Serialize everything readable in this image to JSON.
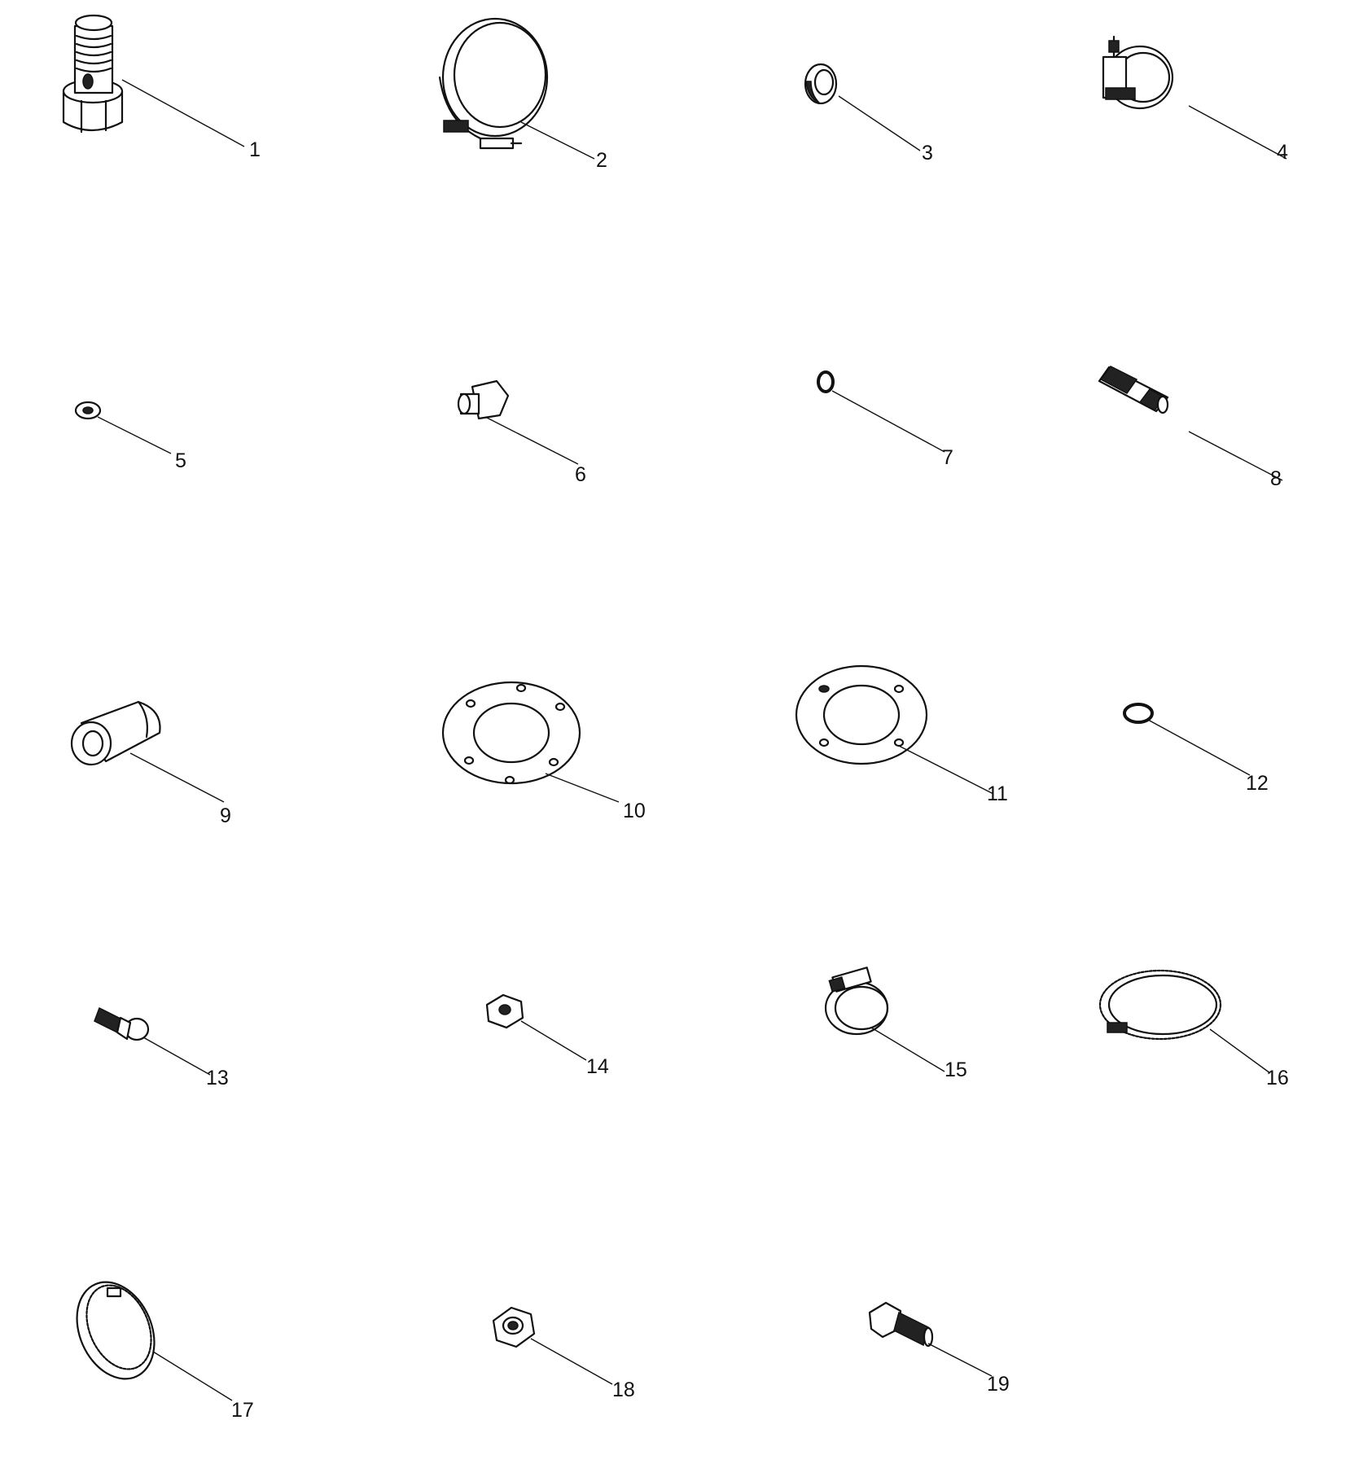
{
  "parts": [
    {
      "label": "1",
      "icon": "banjo-bolt-icon"
    },
    {
      "label": "2",
      "icon": "t-bolt-clamp-icon"
    },
    {
      "label": "3",
      "icon": "sealing-ring-icon"
    },
    {
      "label": "4",
      "icon": "t-bolt-clamp-small-icon"
    },
    {
      "label": "5",
      "icon": "washer-icon"
    },
    {
      "label": "6",
      "icon": "plug-icon"
    },
    {
      "label": "7",
      "icon": "o-ring-icon"
    },
    {
      "label": "8",
      "icon": "stud-bolt-icon"
    },
    {
      "label": "9",
      "icon": "sleeve-icon"
    },
    {
      "label": "10",
      "icon": "flange-gasket-icon"
    },
    {
      "label": "11",
      "icon": "flange-gasket-large-icon"
    },
    {
      "label": "12",
      "icon": "seal-ring-icon"
    },
    {
      "label": "13",
      "icon": "screw-icon"
    },
    {
      "label": "14",
      "icon": "hex-nut-icon"
    },
    {
      "label": "15",
      "icon": "hose-clamp-icon"
    },
    {
      "label": "16",
      "icon": "worm-drive-clamp-icon"
    },
    {
      "label": "17",
      "icon": "band-clamp-icon"
    },
    {
      "label": "18",
      "icon": "hex-nut-large-icon"
    },
    {
      "label": "19",
      "icon": "hex-bolt-icon"
    }
  ]
}
